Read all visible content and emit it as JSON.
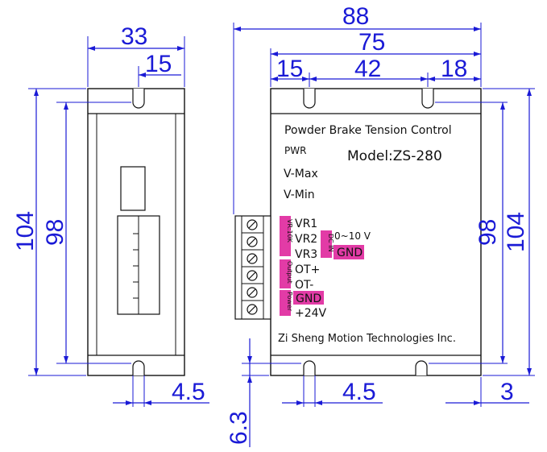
{
  "colors": {
    "dimension": "#1a1ad6",
    "outline": "#111111",
    "label_highlight": "#e23ba6"
  },
  "side_view": {
    "dim_width": "33",
    "dim_slot_offset": "15",
    "dim_height_outer": "104",
    "dim_height_inner": "98",
    "dim_slot_width": "4.5"
  },
  "front_view": {
    "dim_total_width": "88",
    "dim_mount_width": "75",
    "dim_left_offset": "15",
    "dim_hole_spacing": "42",
    "dim_right_offset": "18",
    "dim_height_inner": "98",
    "dim_height_outer": "104",
    "dim_slot_width": "4.5",
    "dim_slot_depth": "6.3",
    "dim_edge_offset": "3"
  },
  "panel": {
    "title": "Powder Brake Tension Control",
    "pwr_label": "PWR",
    "model": "Model:ZS-280",
    "vmax_label": "V-Max",
    "vmin_label": "V-Min",
    "manufacturer": "Zi Sheng Motion Technologies Inc."
  },
  "terminals": {
    "group_vr10k": "VR:10K",
    "group_dcin": "DC IN",
    "group_output": "Output",
    "group_power": "Power",
    "vr1": "VR1",
    "vr2": "VR2",
    "vr3": "VR3",
    "range": "0~10 V",
    "gnd_in": "GND",
    "ot_plus": "OT+",
    "ot_minus": "OT-",
    "gnd_power": "GND",
    "v24": "+24V"
  }
}
